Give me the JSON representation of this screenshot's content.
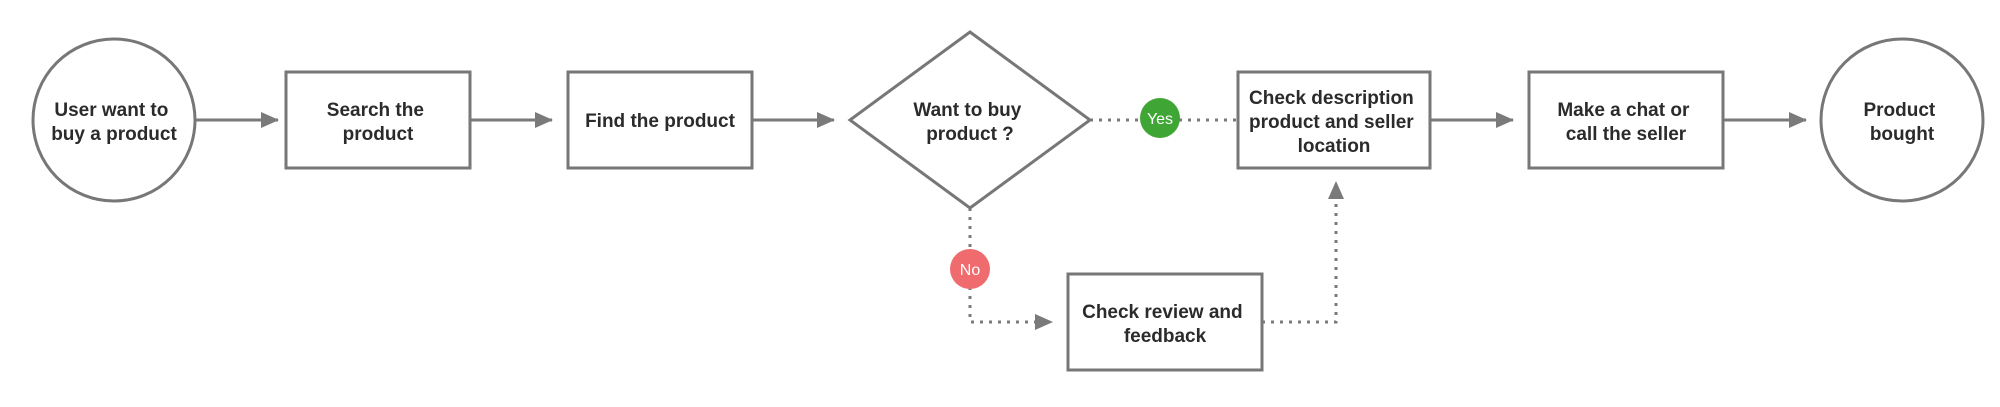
{
  "diagram": {
    "nodes": {
      "start": {
        "lines": [
          "User want to",
          "buy a product"
        ]
      },
      "search": {
        "lines": [
          "Search the",
          "product"
        ]
      },
      "find": {
        "lines": [
          "Find the product"
        ]
      },
      "decision": {
        "lines": [
          "Want to buy",
          "product ?"
        ]
      },
      "check_description": {
        "lines": [
          "Check description",
          "product and seller",
          "location"
        ]
      },
      "contact": {
        "lines": [
          "Make a chat or",
          "call the seller"
        ]
      },
      "end": {
        "lines": [
          "Product",
          "bought"
        ]
      },
      "check_review": {
        "lines": [
          "Check review and",
          "feedback"
        ]
      }
    },
    "badges": {
      "yes": "Yes",
      "no": "No"
    },
    "colors": {
      "stroke": "#777777",
      "text": "#2b2b2b",
      "yes_badge": "#3fa535",
      "no_badge": "#ef6b6e"
    }
  }
}
